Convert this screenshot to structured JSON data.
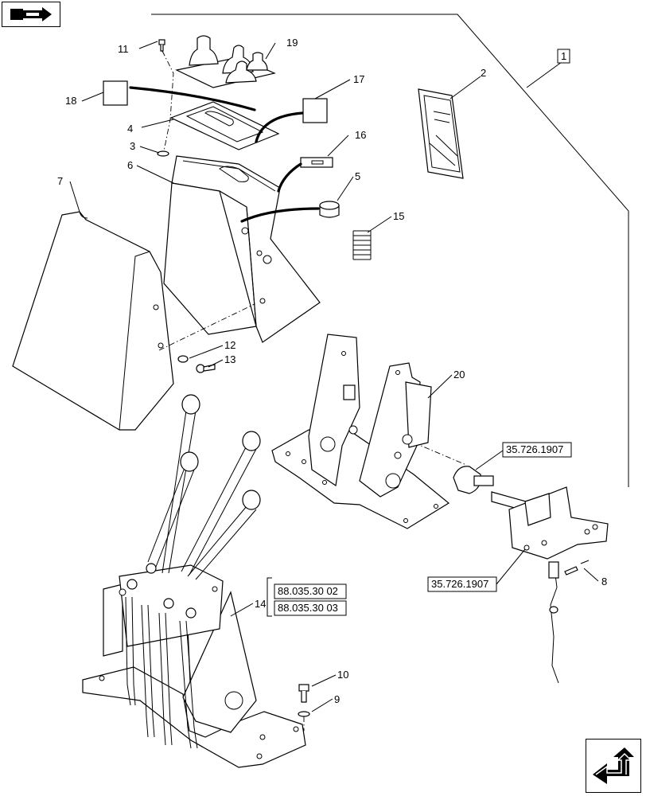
{
  "parts": [
    "1",
    "2",
    "3",
    "4",
    "5",
    "6",
    "7",
    "8",
    "9",
    "10",
    "11",
    "12",
    "13",
    "14",
    "15",
    "16",
    "17",
    "18",
    "19",
    "20"
  ],
  "references": {
    "ref_upper": "35.726.1907",
    "ref_lower": "35.726.1907",
    "ref_stack_top": "88.035.30 02",
    "ref_stack_bottom": "88.035.30 03"
  },
  "icons": {
    "top_left": "book-arrow-icon",
    "bottom_right": "next-page-arrow-icon"
  }
}
